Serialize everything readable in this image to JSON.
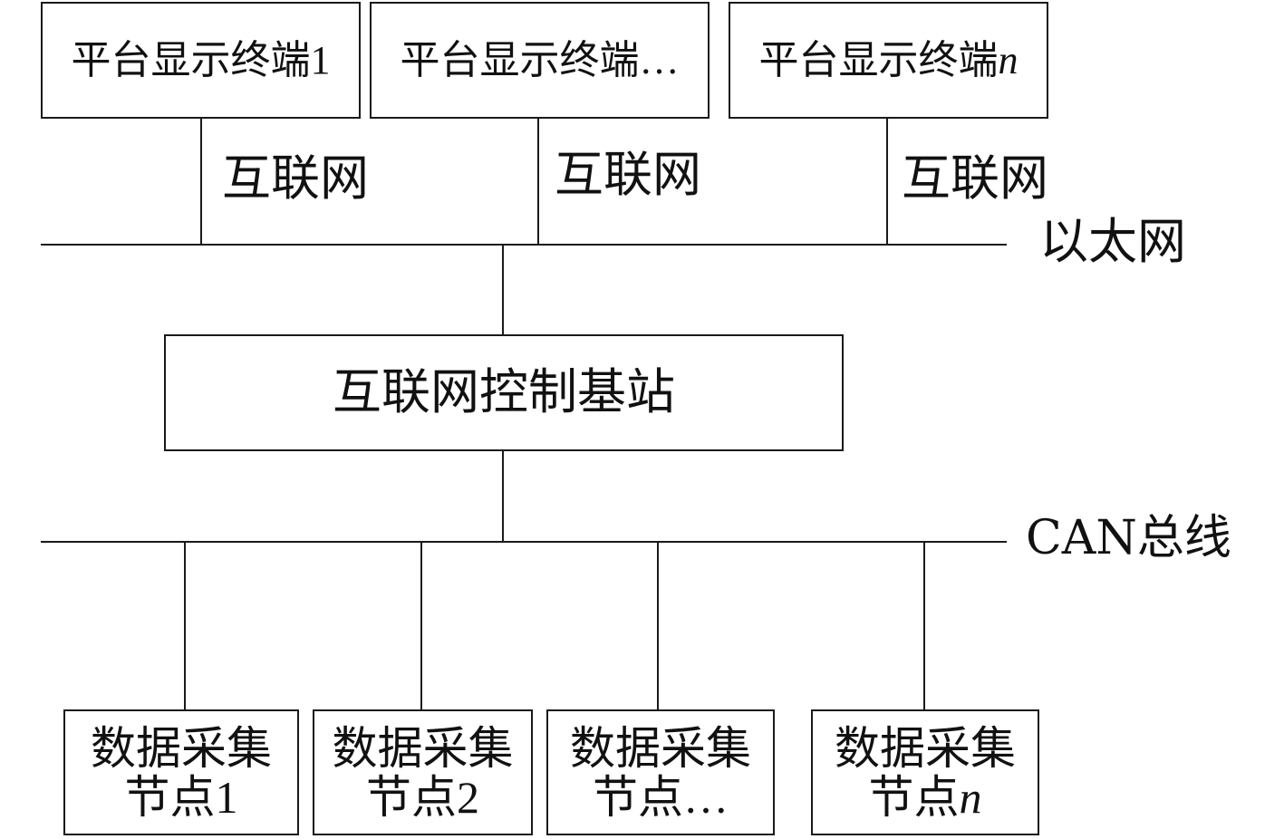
{
  "terminals": [
    {
      "label": "平台显示终端",
      "suffix": "1",
      "suffix_style": "normal"
    },
    {
      "label": "平台显示终端",
      "suffix": "…",
      "suffix_style": "normal"
    },
    {
      "label": "平台显示终端",
      "suffix": "n",
      "suffix_style": "italic"
    }
  ],
  "link_labels": [
    "互联网",
    "互联网",
    "互联网"
  ],
  "ethernet_label": "以太网",
  "base_station_label": "互联网控制基站",
  "can_bus_label": "CAN总线",
  "nodes": [
    {
      "line1": "数据采集",
      "line2": "节点",
      "suffix": "1",
      "suffix_style": "normal"
    },
    {
      "line1": "数据采集",
      "line2": "节点",
      "suffix": "2",
      "suffix_style": "normal"
    },
    {
      "line1": "数据采集",
      "line2": "节点",
      "suffix": "…",
      "suffix_style": "normal"
    },
    {
      "line1": "数据采集",
      "line2": "节点",
      "suffix": "n",
      "suffix_style": "italic"
    }
  ]
}
